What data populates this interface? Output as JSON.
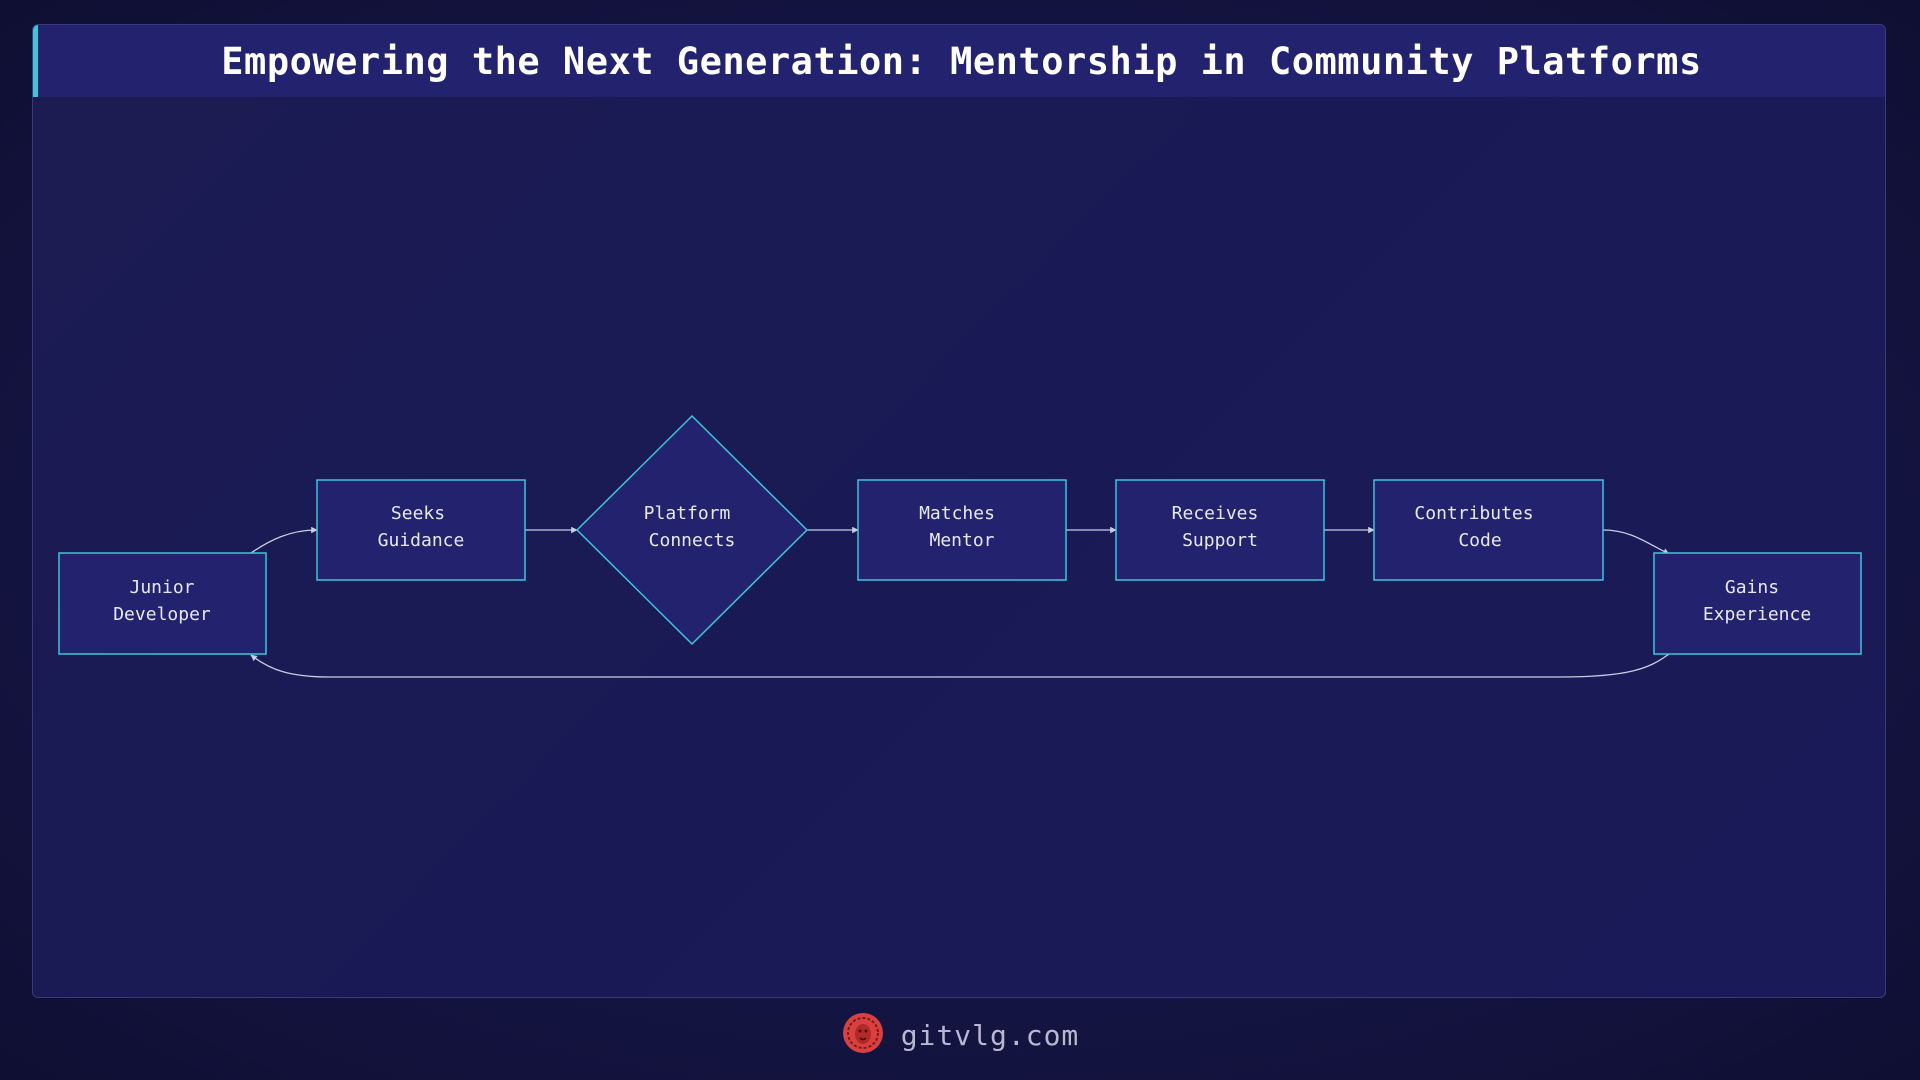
{
  "title": "Empowering the Next Generation: Mentorship in Community Platforms",
  "nodes": {
    "junior_developer": [
      "Junior",
      "Developer"
    ],
    "seeks_guidance": [
      "Seeks",
      "Guidance"
    ],
    "platform_connects": [
      "Platform",
      "Connects"
    ],
    "matches_mentor": [
      "Matches",
      "Mentor"
    ],
    "receives_support": [
      "Receives",
      "Support"
    ],
    "contributes_code": [
      "Contributes",
      "Code"
    ],
    "gains_experience": [
      "Gains",
      "Experience"
    ]
  },
  "footer": {
    "site": "gitvlg.com",
    "logo_icon": "lion-logo-icon"
  },
  "colors": {
    "node_fill": "#22226e",
    "node_stroke": "#3ec6d6",
    "edge": "#c8cde0",
    "accent": "#3ec6d6",
    "logo": "#d94040"
  }
}
